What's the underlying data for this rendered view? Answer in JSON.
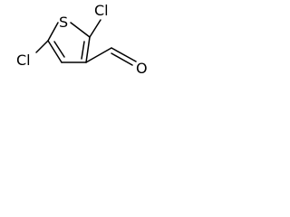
{
  "molecule": {
    "atoms": {
      "sulfur": "S",
      "chlorine_2": "Cl",
      "chlorine_5": "Cl",
      "carbonyl_oxygen": "O"
    }
  }
}
